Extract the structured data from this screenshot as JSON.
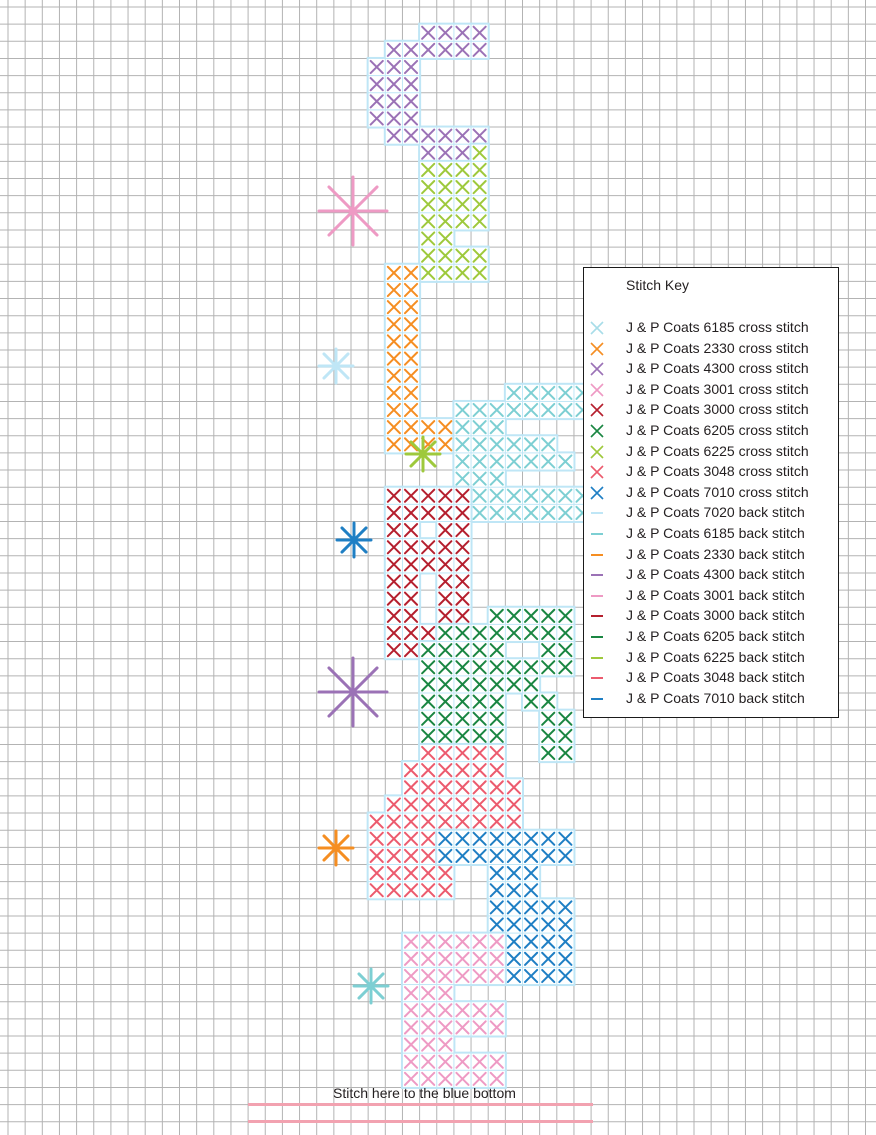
{
  "legend": {
    "title": "Stitch Key",
    "items": [
      {
        "label": "J & P Coats 6185 cross stitch",
        "color": "#a8dde8",
        "kind": "cross"
      },
      {
        "label": "J & P Coats 2330 cross stitch",
        "color": "#f58e22",
        "kind": "cross"
      },
      {
        "label": "J & P Coats 4300 cross stitch",
        "color": "#9b72b6",
        "kind": "cross"
      },
      {
        "label": "J & P Coats 3001 cross stitch",
        "color": "#ee9ac4",
        "kind": "cross"
      },
      {
        "label": "J & P Coats 3000 cross stitch",
        "color": "#b51f2e",
        "kind": "cross"
      },
      {
        "label": "J & P Coats 6205 cross stitch",
        "color": "#1a8642",
        "kind": "cross"
      },
      {
        "label": "J & P Coats 6225 cross stitch",
        "color": "#9ec93c",
        "kind": "cross"
      },
      {
        "label": "J & P Coats 3048 cross stitch",
        "color": "#ec5b6e",
        "kind": "cross"
      },
      {
        "label": "J & P Coats 7010 cross stitch",
        "color": "#1f7fc4",
        "kind": "cross"
      },
      {
        "label": "J & P Coats 7020 back stitch",
        "color": "#bfe6f6",
        "kind": "back"
      },
      {
        "label": "J & P Coats 6185 back stitch",
        "color": "#7dcfd3",
        "kind": "back"
      },
      {
        "label": "J & P Coats 2330 back stitch",
        "color": "#f58e22",
        "kind": "back"
      },
      {
        "label": "J & P Coats 4300 back stitch",
        "color": "#9b72b6",
        "kind": "back"
      },
      {
        "label": "J & P Coats 3001 back stitch",
        "color": "#ee9ac4",
        "kind": "back"
      },
      {
        "label": "J & P Coats 3000 back stitch",
        "color": "#b51f2e",
        "kind": "back"
      },
      {
        "label": "J & P Coats 6205 back stitch",
        "color": "#1a8642",
        "kind": "back"
      },
      {
        "label": "J & P Coats 6225 back stitch",
        "color": "#9ec93c",
        "kind": "back"
      },
      {
        "label": "J & P Coats 3048 back stitch",
        "color": "#ec5b6e",
        "kind": "back"
      },
      {
        "label": "J & P Coats 7010 back stitch",
        "color": "#1f7fc4",
        "kind": "back"
      }
    ]
  },
  "footer_note": "Stitch here to the blue bottom",
  "palette": {
    "grid": "#b3b3b3",
    "outline": "#bfe6f6",
    "rule": "#f2a2b0",
    "purple": "#9b72b6",
    "lime": "#9ec93c",
    "orange": "#f58e22",
    "teal": "#7dcfd3",
    "red": "#b51f2e",
    "green": "#1a8642",
    "coral": "#ec5b6e",
    "blue": "#1f7fc4",
    "pink": "#ee9ac4",
    "lightblue": "#bfe6f6"
  },
  "chart_data": {
    "type": "cross-stitch pattern",
    "letters": [
      {
        "letter": "C",
        "color": "purple",
        "rows": [
          "0001111",
          "0111111",
          "1110000",
          "1110000",
          "1110000",
          "1110000",
          "0111111",
          "0001111"
        ]
      },
      {
        "letter": "E",
        "color": "lime",
        "rows": [
          "0001",
          "1111",
          "1111",
          "1111",
          "1111",
          "1100",
          "1111",
          "1111"
        ]
      },
      {
        "letter": "L",
        "color": "orange",
        "rows": [
          "11",
          "11",
          "11",
          "11",
          "11",
          "11",
          "11",
          "11",
          "11",
          "1111",
          "11111"
        ]
      },
      {
        "letter": "E",
        "color": "teal",
        "rows": [
          "00011111",
          "11111111",
          "11100000",
          "11111100",
          "11111110",
          "11100000",
          "11111111",
          "11111111"
        ]
      },
      {
        "letter": "B",
        "color": "red",
        "rows": [
          "11111",
          "11111",
          "11011",
          "11111",
          "11111",
          "11011",
          "11011",
          "11011",
          "11111",
          "11111"
        ]
      },
      {
        "letter": "R",
        "color": "green",
        "rows": [
          "000011111",
          "011111111",
          "111110011",
          "111111111",
          "111111100",
          "111110110",
          "111110011",
          "111110011",
          "000000011"
        ]
      },
      {
        "letter": "A",
        "color": "coral",
        "rows": [
          "000111110",
          "001111110",
          "001111111",
          "011111111",
          "111111111",
          "111111000",
          "111111000",
          "111110000",
          "111110000"
        ]
      },
      {
        "letter": "T",
        "color": "blue",
        "rows": [
          "11111111",
          "11111111",
          "00011100",
          "00011100",
          "00011111",
          "00011111",
          "00011111",
          "00011111",
          "00011111"
        ]
      },
      {
        "letter": "E",
        "color": "pink",
        "rows": [
          "111111",
          "111111",
          "111111",
          "111000",
          "111111",
          "111111",
          "111000",
          "111111",
          "111111"
        ]
      }
    ],
    "sparkles": [
      {
        "color": "pink"
      },
      {
        "color": "lightblue"
      },
      {
        "color": "lime"
      },
      {
        "color": "blue"
      },
      {
        "color": "purple"
      },
      {
        "color": "orange"
      },
      {
        "color": "teal"
      }
    ]
  }
}
